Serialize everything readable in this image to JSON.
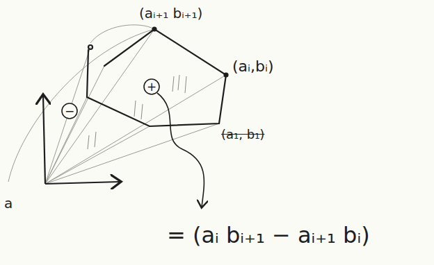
{
  "diagram": {
    "labels": [
      "(aᵢ₊₁ bᵢ₊₁)",
      "(aᵢ,bᵢ)",
      "(a₁, b₁)",
      "−",
      "+",
      "a",
      "= (aᵢ bᵢ₊₁ − aᵢ₊₁ bᵢ)"
    ]
  }
}
